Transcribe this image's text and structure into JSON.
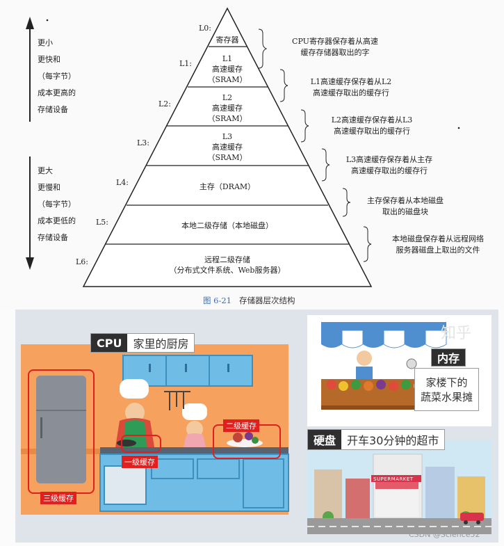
{
  "left_notes": {
    "top": [
      "更小",
      "更快和",
      "（每字节）",
      "成本更高的",
      "存储设备"
    ],
    "bottom": [
      "更大",
      "更慢和",
      "（每字节）",
      "成本更低的",
      "存储设备"
    ]
  },
  "levels": [
    {
      "id": "L0:",
      "text": [
        "寄存器"
      ],
      "desc": [
        "CPU寄存器保存着从高速",
        "缓存存储器取出的字"
      ]
    },
    {
      "id": "L1:",
      "text": [
        "L1",
        "高速缓存",
        "（SRAM）"
      ],
      "desc": [
        "L1高速缓存保存着从L2",
        "高速缓存取出的缓存行"
      ]
    },
    {
      "id": "L2:",
      "text": [
        "L2",
        "高速缓存",
        "（SRAM）"
      ],
      "desc": [
        "L2高速缓存保存着从L3",
        "高速缓存取出的缓存行"
      ]
    },
    {
      "id": "L3:",
      "text": [
        "L3",
        "高速缓存",
        "（SRAM）"
      ],
      "desc": [
        "L3高速缓存保存着从主存",
        "高速缓存取出的缓存行"
      ]
    },
    {
      "id": "L4:",
      "text": [
        "主存（DRAM）"
      ],
      "desc": [
        "主存保存着从本地磁盘",
        "取出的磁盘块"
      ]
    },
    {
      "id": "L5:",
      "text": [
        "本地二级存储（本地磁盘）"
      ],
      "desc": [
        "本地磁盘保存着从远程网络",
        "服务器磁盘上取出的文件"
      ]
    },
    {
      "id": "L6:",
      "text": [
        "远程二级存储",
        "（分布式文件系统、Web服务器）"
      ],
      "desc": []
    }
  ],
  "caption": {
    "number": "图 6-21",
    "title": "存储器层次结构"
  },
  "cartoon": {
    "cpu_tag": {
      "head": "CPU",
      "body": "家里的厨房"
    },
    "memory_tag": {
      "head": "内存",
      "body": [
        "家楼下的",
        "蔬菜水果摊"
      ]
    },
    "disk_tag": {
      "head": "硬盘",
      "body": "开车30分钟的超市"
    },
    "cache_labels": {
      "l1": "一级缓存",
      "l2": "二级缓存",
      "l3": "三级缓存"
    },
    "supermarket_sign": "SUPERMARKET",
    "zhihu_mark": "知乎",
    "csdn_mark": "CSDN @Science52"
  },
  "colors": {
    "red": "#e0201f",
    "kitchen_wall": "#f6a15d",
    "cabinet": "#6fbde6",
    "caption_blue": "#3b6bb5"
  }
}
